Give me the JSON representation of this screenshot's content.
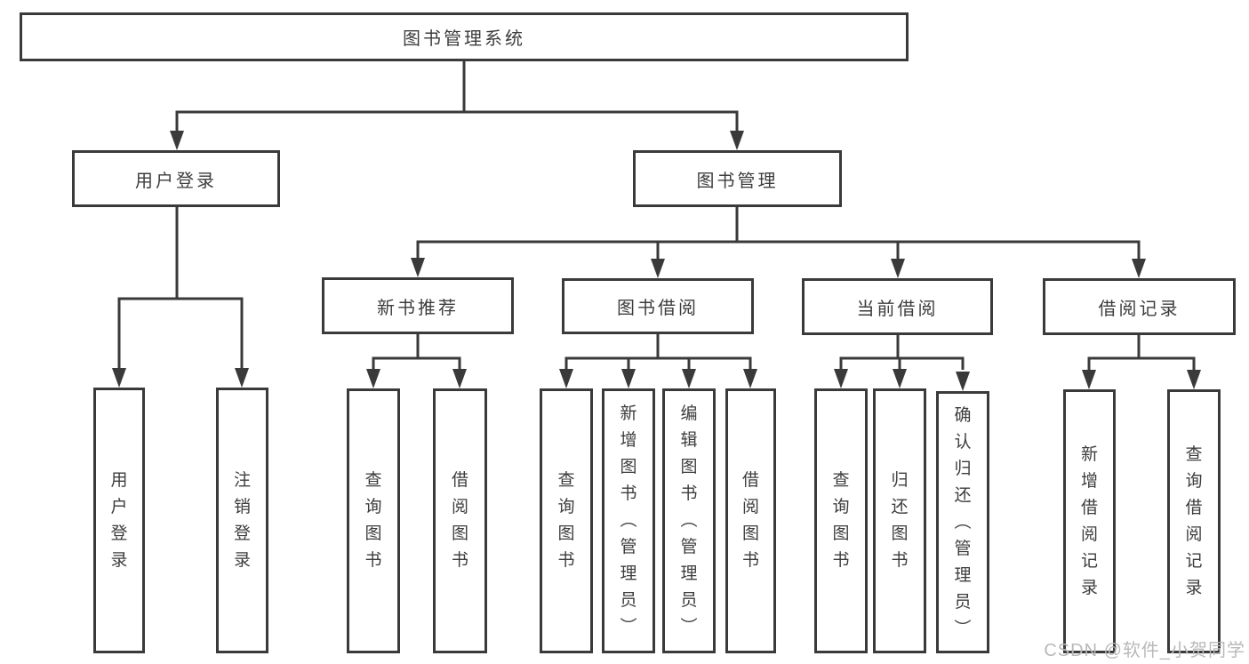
{
  "diagram": {
    "root": {
      "label": "图书管理系统"
    },
    "branches": {
      "user_login": {
        "label": "用户登录"
      },
      "book_management": {
        "label": "图书管理"
      }
    },
    "modules": {
      "new_book": {
        "label": "新书推荐"
      },
      "book_borrow": {
        "label": "图书借阅"
      },
      "current_borrow": {
        "label": "当前借阅"
      },
      "borrow_record": {
        "label": "借阅记录"
      }
    },
    "leaves": {
      "login": "用户登录",
      "logout": "注销登录",
      "nb_query": "查询图书",
      "nb_borrow": "借阅图书",
      "bb_query": "查询图书",
      "bb_add": "新增图书（管理员）",
      "bb_edit": "编辑图书（管理员）",
      "bb_borrow": "借阅图书",
      "cb_query": "查询图书",
      "cb_return": "归还图书",
      "cb_confirm": "确认归还（管理员）",
      "br_add": "新增借阅记录",
      "br_query": "查询借阅记录"
    },
    "watermark": "CSDN @软件_小贺同学"
  },
  "colors": {
    "line": "#3a3a3a",
    "text": "#3d3d3d",
    "watermark": "#b9b9b9"
  }
}
